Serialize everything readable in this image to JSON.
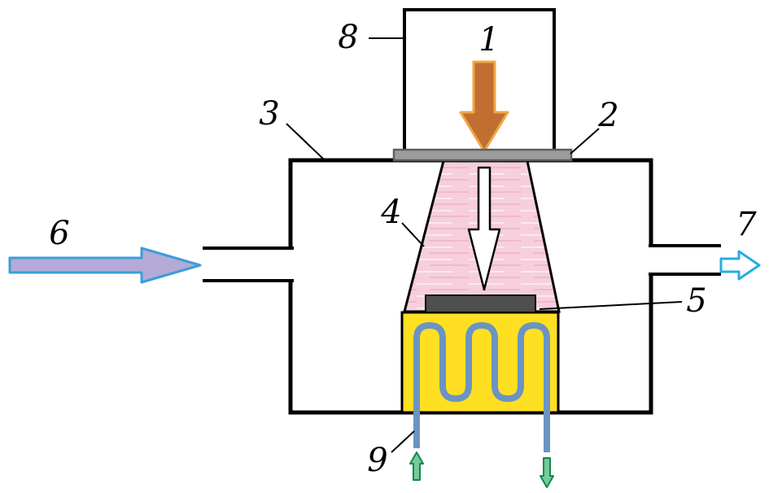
{
  "diagram": {
    "labels": [
      {
        "text": "1"
      },
      {
        "text": "2"
      },
      {
        "text": "3"
      },
      {
        "text": "4"
      },
      {
        "text": "5"
      },
      {
        "text": "6"
      },
      {
        "text": "7"
      },
      {
        "text": "8"
      },
      {
        "text": "9"
      }
    ],
    "colors": {
      "outline": "#000000",
      "laser_arrow_fill": "#c06f31",
      "laser_arrow_stroke": "#f2a544",
      "plate_fill": "#9c9c9c",
      "plate_stroke": "#5e5e5e",
      "plume_base": "#f6cfdb",
      "plume_streak_light": "#fbe9ef",
      "plume_streak_dark": "#eebacd",
      "plume_arrow_fill": "#ffffff",
      "substrate_fill": "#4f4f4f",
      "heater_fill": "#ffdf22",
      "coil_stroke": "#6b94c2",
      "inlet_fill": "#b3aad8",
      "inlet_stroke": "#3b9ed8",
      "outlet_fill": "#ffffff",
      "outlet_stroke": "#29abe2",
      "coolant_fill": "#79c99a",
      "coolant_stroke": "#0e8a4a",
      "background": "#ffffff"
    }
  }
}
